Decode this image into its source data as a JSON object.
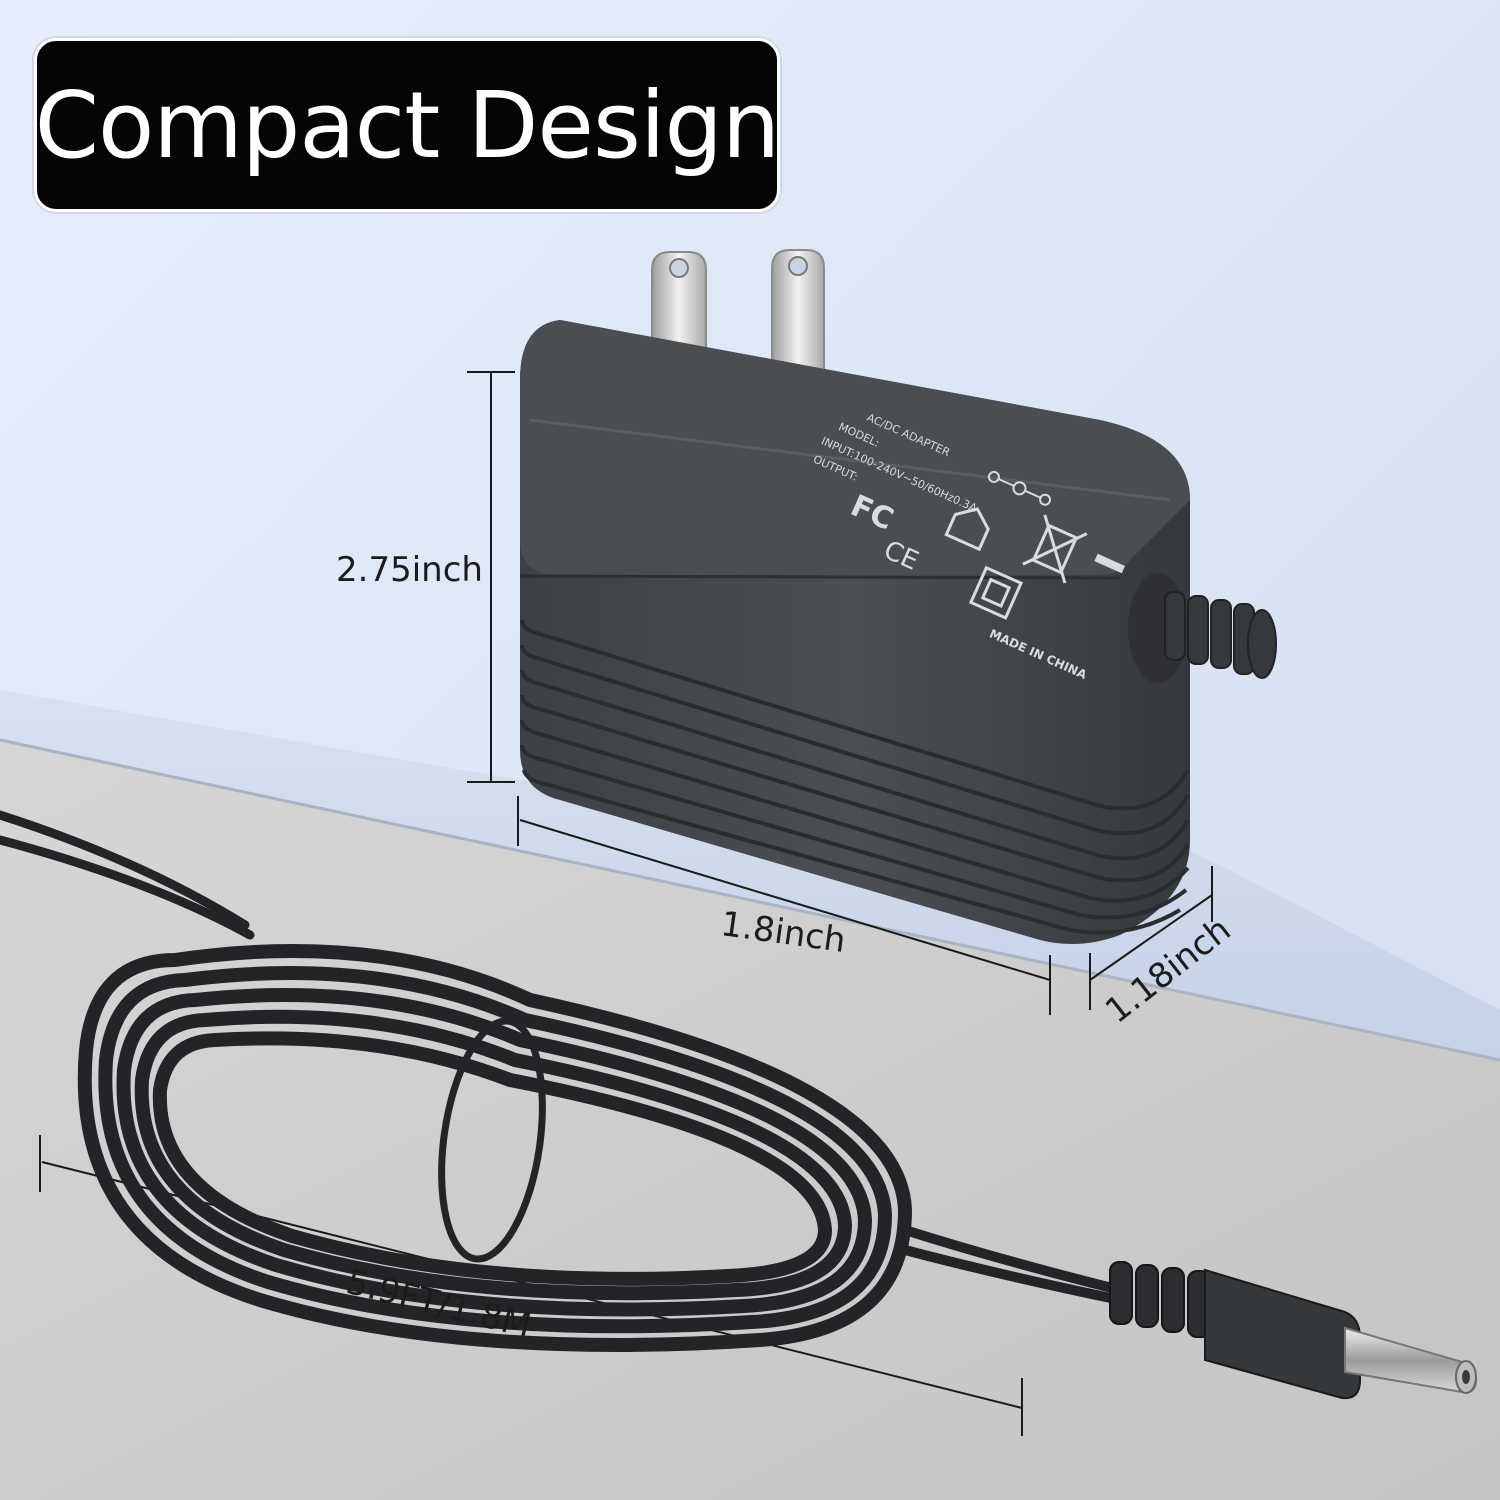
{
  "title": "Compact Design",
  "dimensions": {
    "height": "2.75inch",
    "width": "1.8inch",
    "depth": "1.18inch",
    "cable_length": "5.9FT/1.8M"
  },
  "adapter_label": {
    "line1": "AC/DC ADAPTER",
    "line2": "MODEL:",
    "line3": "INPUT:100-240V~50/60Hz0.3A",
    "line4": "OUTPUT:",
    "made_in": "MADE IN CHINA",
    "cert_fc": "FC",
    "cert_ce": "CE"
  },
  "colors": {
    "wall": "#dce6f4",
    "floor": "#cfcfcf",
    "adapter_body": "#45484c",
    "cable": "#232427",
    "badge_bg": "#050505",
    "badge_text": "#ffffff"
  },
  "icons": [
    "adapter-icon",
    "plug-prongs-icon",
    "cable-coil-icon",
    "dc-barrel-connector-icon",
    "fcc-mark-icon",
    "ce-mark-icon",
    "weee-bin-icon",
    "double-insulation-icon",
    "indoor-use-icon",
    "polarity-icon"
  ]
}
